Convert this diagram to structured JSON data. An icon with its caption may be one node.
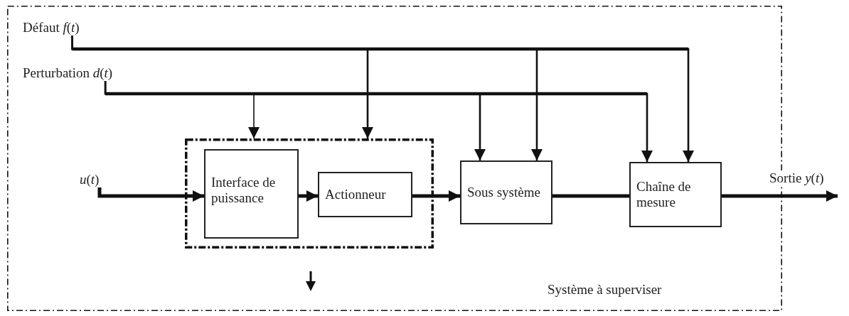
{
  "diagram": {
    "nodes": [
      {
        "text": [
          "Système à superviser"
        ]
      },
      {
        "text": [
          "Défaut *f*(*t*)"
        ],
        "in": 0
      },
      {
        "text": [
          "Perturbation *d*(*t*)"
        ],
        "in": 0
      },
      {
        "text": [
          "*u*(*t*)"
        ],
        "in": 0
      },
      {
        "text": [],
        "shape": "box",
        "in": 0
      },
      {
        "text": [
          "Interface de puissance"
        ],
        "in": 4
      },
      {
        "text": [
          "Actionneur"
        ],
        "in": 4
      },
      {
        "text": [
          "Sous système"
        ],
        "in": 0
      },
      {
        "text": [
          "Chaîne de mesure"
        ],
        "in": 0
      }
    ],
    "edges": [
      {
        "from": 1,
        "to": 4,
        "arrow": "to"
      },
      {
        "from": 1,
        "to": 7,
        "arrow": "to"
      },
      {
        "from": 1,
        "to": 8,
        "arrow": "to"
      },
      {
        "from": 2,
        "to": 4,
        "arrow": "to"
      },
      {
        "from": 2,
        "to": 7,
        "arrow": "to"
      },
      {
        "from": 2,
        "to": 8,
        "arrow": "to"
      },
      {
        "from": 3,
        "to": 5,
        "arrow": "to",
        "style": "thick"
      },
      {
        "from": 5,
        "to": 6,
        "arrow": "to",
        "style": "thick"
      },
      {
        "from": 6,
        "to": 7,
        "arrow": "to",
        "style": "thick"
      },
      {
        "from": 7,
        "to": 8,
        "arrow": "none",
        "style": "thick"
      },
      {
        "from": 8,
        "to": null,
        "arrow": "to",
        "label": "Sortie *y*(*t*)",
        "style": "thick"
      }
    ]
  }
}
